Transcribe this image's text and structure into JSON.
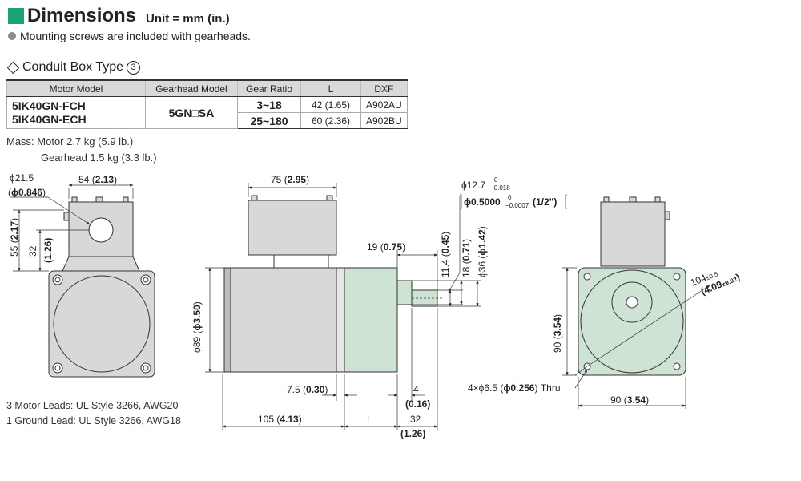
{
  "header": {
    "title": "Dimensions",
    "unit": "Unit = mm (in.)"
  },
  "note": "Mounting screws are included with gearheads.",
  "section": {
    "label": "Conduit Box Type",
    "number": "3"
  },
  "spec_table": {
    "headers": [
      "Motor Model",
      "Gearhead Model",
      "Gear Ratio",
      "L",
      "DXF"
    ],
    "motor_models": [
      "5IK40GN-FCH",
      "5IK40GN-ECH"
    ],
    "gearhead_model": "5GN□SA",
    "rows": [
      {
        "ratio": "3~18",
        "L": "42 (1.65)",
        "dxf": "A902AU"
      },
      {
        "ratio": "25~180",
        "L": "60 (2.36)",
        "dxf": "A902BU"
      }
    ]
  },
  "mass": {
    "motor": "Mass: Motor 2.7 kg (5.9 lb.)",
    "gearhead": "Gearhead 1.5 kg (3.3 lb.)"
  },
  "leads": [
    "3 Motor Leads: UL Style 3266, AWG20",
    "1 Ground Lead: UL Style 3266, AWG18"
  ],
  "dims": {
    "d215": "ϕ21.5",
    "d215_in": "ϕ0.846",
    "w54": "54",
    "w54_in": "2.13",
    "h55": "55",
    "h55_in": "2.17",
    "h32": "32",
    "h32_in": "1.26",
    "w75": "75",
    "w75_in": "2.95",
    "d89": "ϕ89",
    "d89_in": "ϕ3.50",
    "w19": "19",
    "w19_in": "0.75",
    "h114": "11.4",
    "h114_in": "0.45",
    "h18": "18",
    "h18_in": "0.71",
    "d36": "ϕ36",
    "d36_in": "ϕ1.42",
    "shaft_mm": "ϕ12.7",
    "shaft_mm_tol_upper": "0",
    "shaft_mm_tol_lower": "−0.018",
    "shaft_in": "ϕ0.5000",
    "shaft_in_tol_upper": "0",
    "shaft_in_tol_lower": "−0.0007",
    "shaft_in_frac": "1/2\"",
    "w75b": "7.5",
    "w75b_in": "0.30",
    "w4": "4",
    "w4_in": "0.16",
    "w105": "105",
    "w105_in": "4.13",
    "L": "L",
    "w32": "32",
    "w32_in": "1.26",
    "h90": "90",
    "h90_in": "3.54",
    "w90": "90",
    "w90_in": "3.54",
    "diag104": "104",
    "diag104_tol": "±0.5",
    "diag104_in": "4.09",
    "diag104_in_tol": "±0.02",
    "holes": "4×ϕ6.5",
    "holes_in": "ϕ0.256",
    "holes_suffix": "Thru"
  },
  "colors": {
    "accent": "#1aa37a",
    "gearhead_fill": "#cfe3d4",
    "motor_fill": "#d8d8d8",
    "header_fill": "#d9d9d9"
  }
}
